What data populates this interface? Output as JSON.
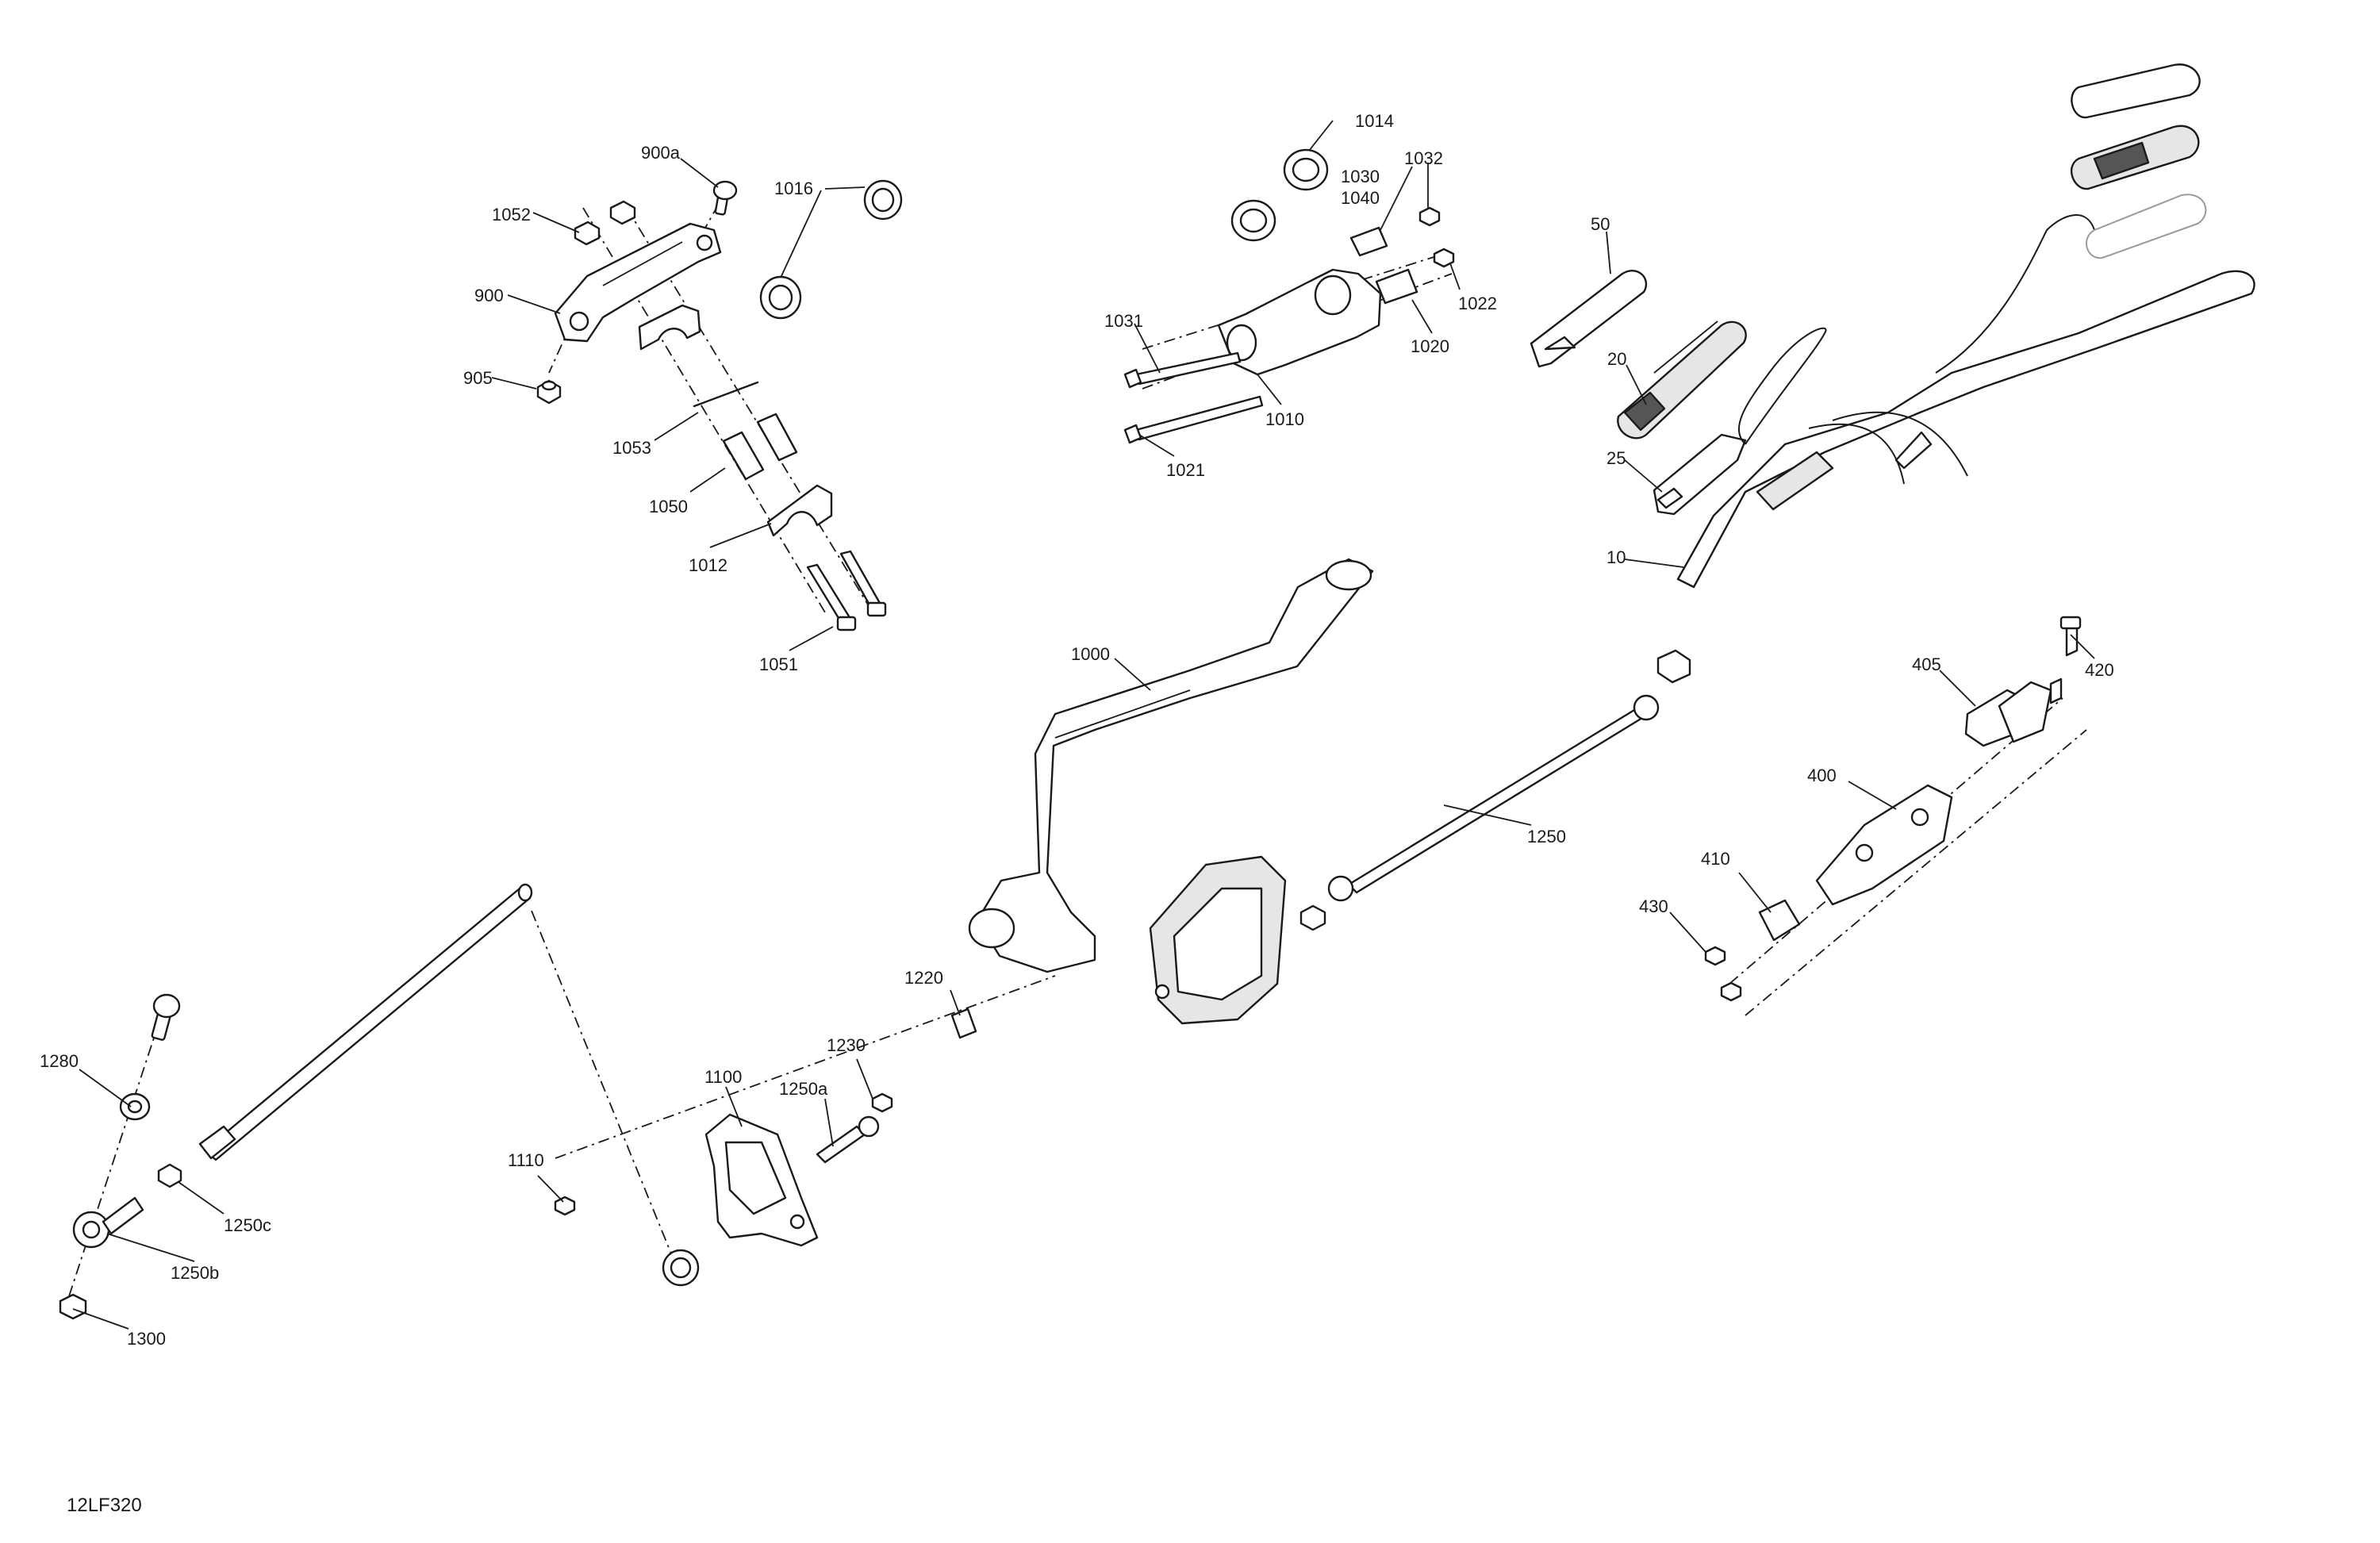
{
  "figure_ref": "12LF320",
  "callouts": [
    {
      "id": "c-900a",
      "label": "900a"
    },
    {
      "id": "c-1016",
      "label": "1016"
    },
    {
      "id": "c-1052",
      "label": "1052"
    },
    {
      "id": "c-900",
      "label": "900"
    },
    {
      "id": "c-905",
      "label": "905"
    },
    {
      "id": "c-1053",
      "label": "1053"
    },
    {
      "id": "c-1050",
      "label": "1050"
    },
    {
      "id": "c-1012",
      "label": "1012"
    },
    {
      "id": "c-1051",
      "label": "1051"
    },
    {
      "id": "c-1014",
      "label": "1014"
    },
    {
      "id": "c-1030",
      "label": "1030"
    },
    {
      "id": "c-1040",
      "label": "1040"
    },
    {
      "id": "c-1032",
      "label": "1032"
    },
    {
      "id": "c-1022",
      "label": "1022"
    },
    {
      "id": "c-1031",
      "label": "1031"
    },
    {
      "id": "c-1020",
      "label": "1020"
    },
    {
      "id": "c-1010",
      "label": "1010"
    },
    {
      "id": "c-1021",
      "label": "1021"
    },
    {
      "id": "c-50",
      "label": "50"
    },
    {
      "id": "c-20",
      "label": "20"
    },
    {
      "id": "c-25",
      "label": "25"
    },
    {
      "id": "c-10",
      "label": "10"
    },
    {
      "id": "c-1000",
      "label": "1000"
    },
    {
      "id": "c-1250",
      "label": "1250"
    },
    {
      "id": "c-405",
      "label": "405"
    },
    {
      "id": "c-420",
      "label": "420"
    },
    {
      "id": "c-400",
      "label": "400"
    },
    {
      "id": "c-410",
      "label": "410"
    },
    {
      "id": "c-430",
      "label": "430"
    },
    {
      "id": "c-1220",
      "label": "1220"
    },
    {
      "id": "c-1230",
      "label": "1230"
    },
    {
      "id": "c-1100",
      "label": "1100"
    },
    {
      "id": "c-1250a",
      "label": "1250a"
    },
    {
      "id": "c-1110",
      "label": "1110"
    },
    {
      "id": "c-1280",
      "label": "1280"
    },
    {
      "id": "c-1250c",
      "label": "1250c"
    },
    {
      "id": "c-1250b",
      "label": "1250b"
    },
    {
      "id": "c-1300",
      "label": "1300"
    }
  ]
}
